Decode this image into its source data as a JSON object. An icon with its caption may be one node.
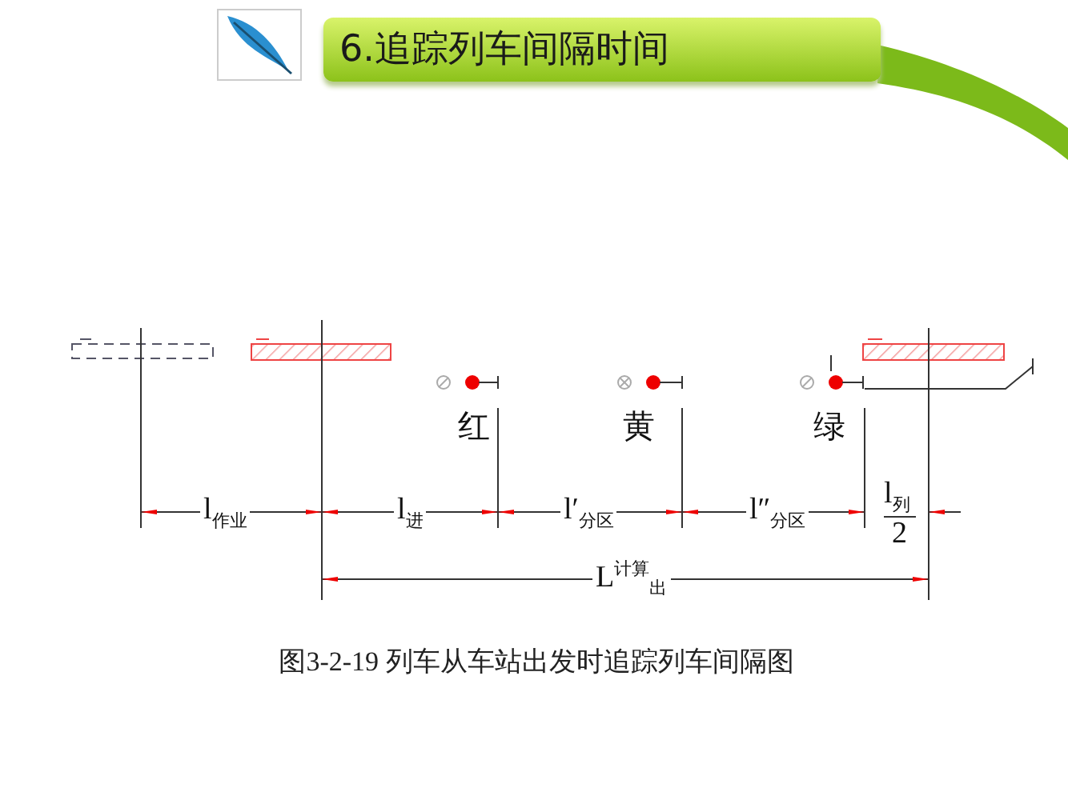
{
  "diagram": {
    "title": "6.追踪列车间隔时间",
    "caption": "图3-2-19 列车从车站出发时追踪列车间隔图",
    "labels": [
      "红",
      "黄",
      "绿",
      "l$_{作业}$",
      "l$_{进}$",
      "l′$_{分区}$",
      "l″$_{分区}$",
      "l$_{列}$",
      "2",
      "L$^{计算}$$_{出}$"
    ]
  }
}
